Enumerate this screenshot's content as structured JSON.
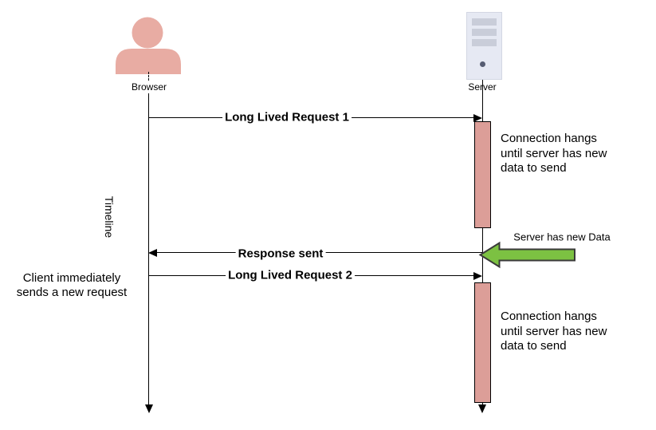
{
  "actors": {
    "browser": {
      "label": "Browser"
    },
    "server": {
      "label": "Server"
    }
  },
  "timeline": {
    "label": "Timeline"
  },
  "messages": {
    "request1": {
      "label": "Long Lived Request 1"
    },
    "response": {
      "label": "Response sent"
    },
    "request2": {
      "label": "Long Lived Request 2"
    }
  },
  "notes": {
    "hang1": {
      "lines": [
        "Connection hangs",
        "until server has new",
        "data to send"
      ]
    },
    "hang2": {
      "lines": [
        "Connection hangs",
        "until server has new",
        "data to send"
      ]
    },
    "client": {
      "lines": [
        "Client immediately",
        "sends a new request"
      ]
    },
    "server_data": {
      "label": "Server has new Data"
    }
  },
  "colors": {
    "actor": "#e8aca3",
    "activation_fill": "#dc9e98",
    "server_fill": "#e6e9f3",
    "server_bars": "#c9cdd9",
    "server_dot": "#565c72",
    "green_arrow": "#7cc142",
    "line": "#000000"
  }
}
